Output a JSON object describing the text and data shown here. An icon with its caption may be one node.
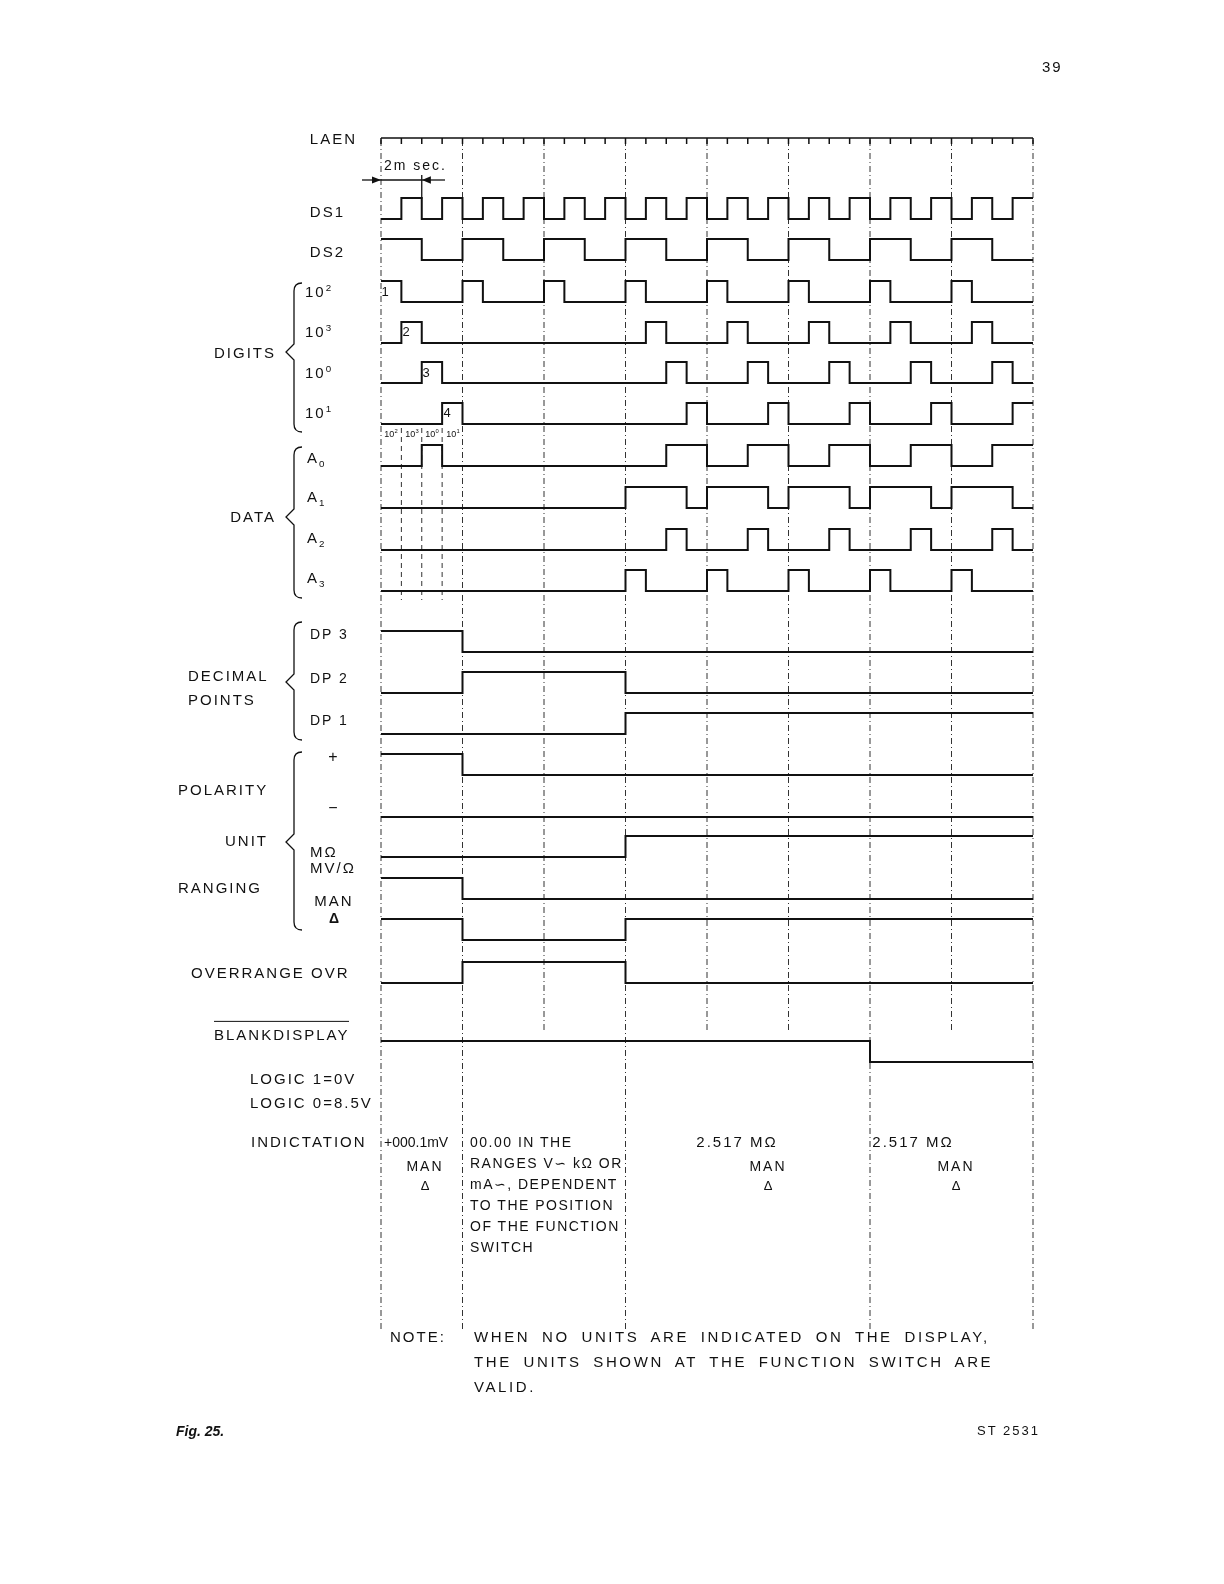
{
  "diagram": {
    "caption": "Fig. 25.",
    "labels": [
      "39",
      "LAEN",
      "2m sec.",
      "DS1",
      "DS2",
      "DIGITS",
      "10$^{2}$",
      "10$^{3}$",
      "10$^{0}$",
      "10$^{1}$",
      "1",
      "2",
      "3",
      "4",
      "10$^{2}$",
      "10$^{3}$",
      "10$^{0}$",
      "10$^{1}$",
      "DATA",
      "A$_{0}$",
      "A$_{1}$",
      "A$_{2}$",
      "A$_{3}$",
      "DECIMAL POINTS",
      "DP 3",
      "DP 2",
      "DP 1",
      "+",
      "−",
      "POLARITY",
      "UNIT",
      "MΩ",
      "MV/Ω",
      "RANGING",
      "MAN",
      "Δ",
      "OVERRANGE OVR",
      "BLANKDISPLAY",
      "LOGIC 1=0V",
      "LOGIC 0=8.5V",
      "INDICTATION",
      "+000.1mV",
      "MAN",
      "Δ",
      "00.00 IN THE RANGES V∽ kΩ OR mA∽, DEPENDENT TO THE POSITION OF THE FUNCTION SWITCH",
      "2.517 MΩ",
      "MAN",
      "Δ",
      "2.517 MΩ",
      "MAN",
      "Δ",
      "NOTE:",
      "WHEN NO UNITS ARE INDICATED ON THE DISPLAY, THE UNITS SHOWN AT THE FUNCTION SWITCH ARE VALID.",
      "ST 2531"
    ]
  }
}
